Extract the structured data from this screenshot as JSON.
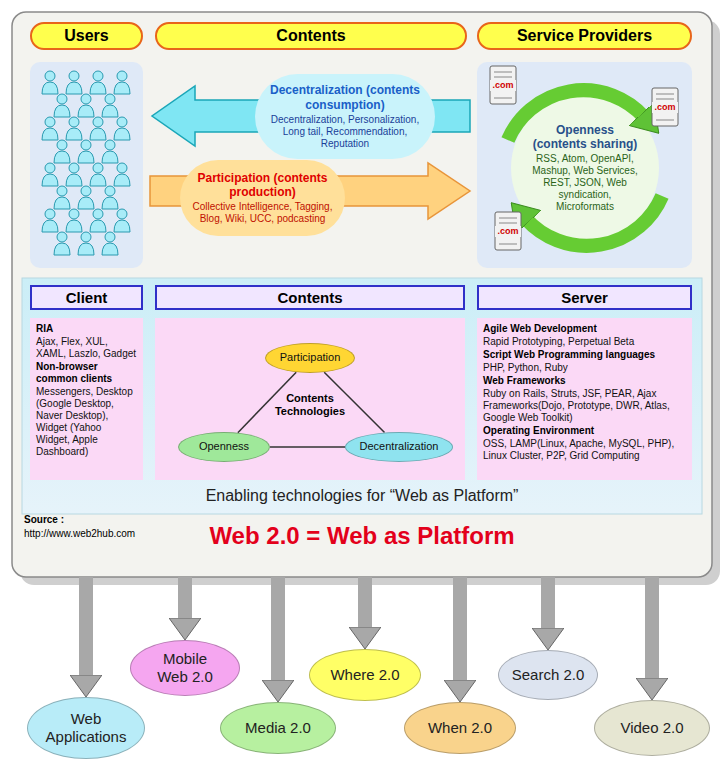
{
  "diagram": {
    "nodes": [
      {
        "text": [
          "Web 2.0 = Web as Platform"
        ]
      },
      {
        "text": [
          "Users"
        ],
        "in": 0
      },
      {
        "text": [
          "Contents"
        ],
        "in": 0
      },
      {
        "text": [
          "Service Providers"
        ],
        "in": 0
      },
      {
        "text": [
          "Decentralization (contents consumption)",
          "Decentralization, Personalization, Long tail, Recommendation, Reputation"
        ],
        "in": 0
      },
      {
        "text": [
          "Participation (contents production)",
          "Collective Intelligence, Tagging, Blog, Wiki, UCC, podcasting"
        ],
        "in": 0
      },
      {
        "text": [
          "Openness (contents sharing)",
          "RSS, Atom, OpenAPI, Mashup, Web Services, REST, JSON, Web syndication, Microformats"
        ],
        "in": 0
      },
      {
        "text": [
          "Enabling technologies for “Web as Platform”"
        ],
        "in": 0
      },
      {
        "text": [
          "Client"
        ],
        "in": 7
      },
      {
        "text": [
          "RIA",
          "Ajax, Flex, XUL, XAML, Laszlo, Gadget",
          "Non-browser common clients",
          "Messengers, Desktop (Google Desktop, Naver Desktop), Widget (Yahoo Widget, Apple Dashboard)"
        ],
        "in": 7
      },
      {
        "text": [
          "Contents"
        ],
        "in": 7
      },
      {
        "text": [
          "Contents Technologies"
        ],
        "in": 7
      },
      {
        "text": [
          "Participation"
        ],
        "in": 11
      },
      {
        "text": [
          "Openness"
        ],
        "in": 11
      },
      {
        "text": [
          "Decentralization"
        ],
        "in": 11
      },
      {
        "text": [
          "Server"
        ],
        "in": 7
      },
      {
        "text": [
          "Agile Web Development",
          "Rapid Prototyping, Perpetual Beta",
          "Script Web Programming languages",
          "PHP, Python, Ruby",
          "Web Frameworks",
          "Ruby on Rails, Struts, JSF, PEAR, Ajax Frameworks(Dojo, Prototype, DWR, Atlas, Google Web Toolkit)",
          "Operating Environment",
          "OSS, LAMP(Linux, Apache, MySQL, PHP), Linux Cluster, P2P, Grid Computing"
        ],
        "in": 7
      },
      {
        "text": [
          "Web Applications"
        ]
      },
      {
        "text": [
          "Mobile Web 2.0"
        ]
      },
      {
        "text": [
          "Media 2.0"
        ]
      },
      {
        "text": [
          "Where 2.0"
        ]
      },
      {
        "text": [
          "When 2.0"
        ]
      },
      {
        "text": [
          "Search 2.0"
        ]
      },
      {
        "text": [
          "Video 2.0"
        ]
      }
    ],
    "edges": [
      {
        "from": 12,
        "to": 13,
        "arrow": "none"
      },
      {
        "from": 12,
        "to": 14,
        "arrow": "none"
      },
      {
        "from": 13,
        "to": 14,
        "arrow": "none"
      },
      {
        "from": 0,
        "to": 17,
        "arrow": "to"
      },
      {
        "from": 0,
        "to": 18,
        "arrow": "to"
      },
      {
        "from": 0,
        "to": 19,
        "arrow": "to"
      },
      {
        "from": 0,
        "to": 20,
        "arrow": "to"
      },
      {
        "from": 0,
        "to": 21,
        "arrow": "to"
      },
      {
        "from": 0,
        "to": 22,
        "arrow": "to"
      },
      {
        "from": 0,
        "to": 23,
        "arrow": "to"
      }
    ],
    "labels": [
      "Source :",
      "http://www.web2hub.com",
      ".com",
      ".com",
      ".com"
    ]
  }
}
